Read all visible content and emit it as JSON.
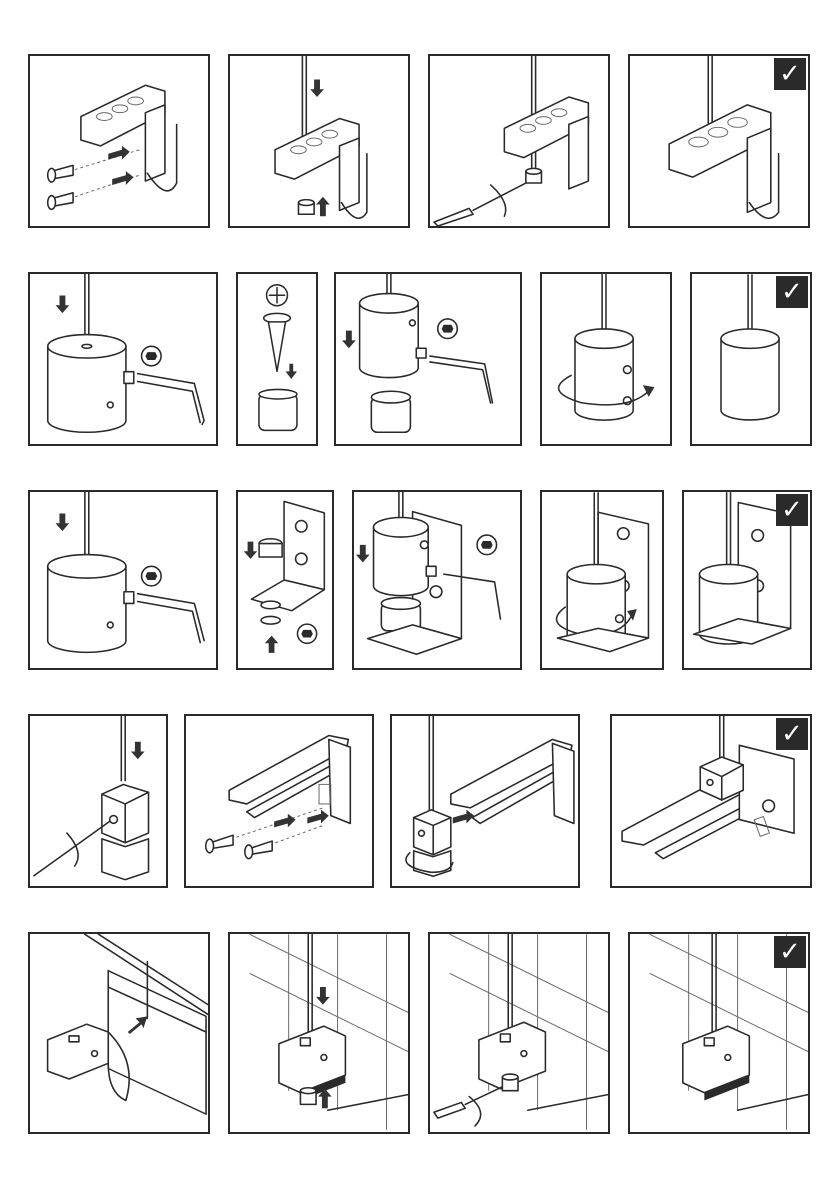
{
  "sheet": {
    "check_glyph": "✓",
    "rows": [
      {
        "name": "row-1-clamp-bracket",
        "panels": 4,
        "final_has_check": true
      },
      {
        "name": "row-2-cylinder-weight",
        "panels": 5,
        "final_has_check": true
      },
      {
        "name": "row-3-cylinder-bracket",
        "panels": 5,
        "final_has_check": true
      },
      {
        "name": "row-4-hex-bracket",
        "panels": 4,
        "final_has_check": true
      },
      {
        "name": "row-5-window-clip",
        "panels": 4,
        "final_has_check": true
      }
    ],
    "icons": [
      "screw-icon",
      "arrow-icon",
      "hex-key-icon",
      "phillips-icon",
      "screwdriver-icon",
      "rotate-icon"
    ]
  }
}
